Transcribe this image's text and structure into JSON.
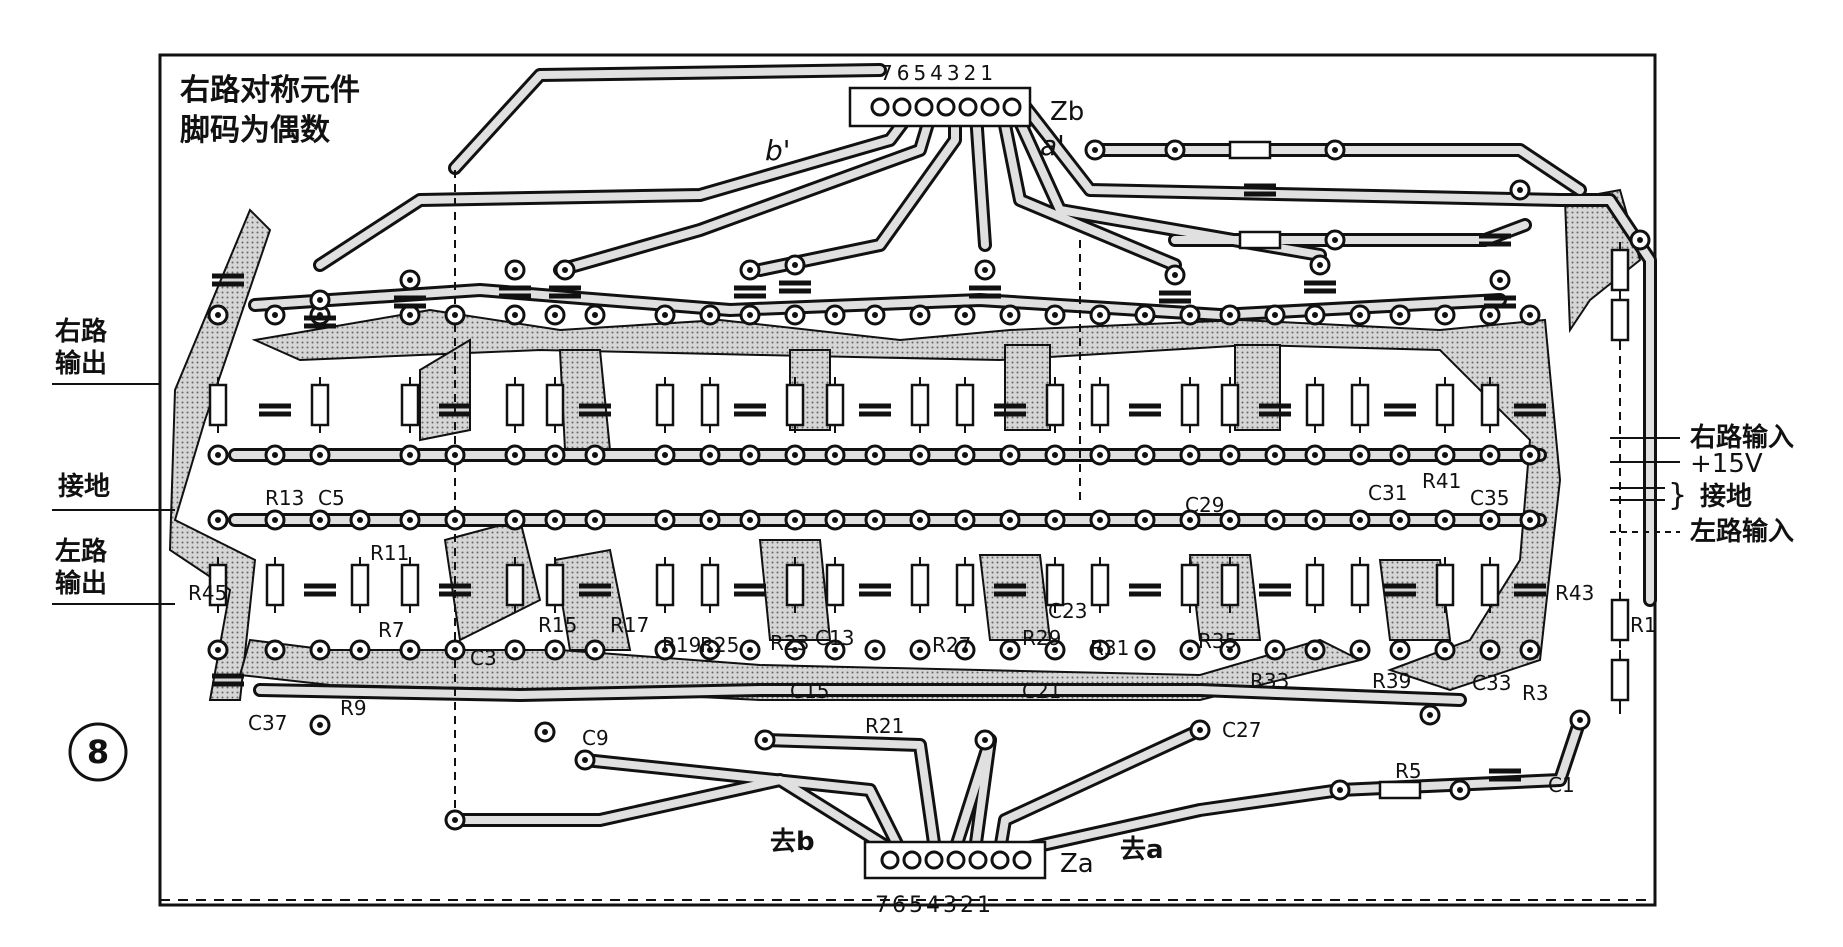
{
  "note": {
    "line1": "右路对称元件",
    "line2": "脚码为偶数"
  },
  "connectors": {
    "zb": {
      "name": "Zb",
      "pins": "7654321"
    },
    "za": {
      "name": "Za",
      "pins": "7654321"
    }
  },
  "wire_marks": {
    "b_prime": "b'",
    "a_prime": "a'",
    "to_b": "去b",
    "to_a": "去a"
  },
  "io_left": {
    "right_out_1": "右路",
    "right_out_2": "输出",
    "ground": "接地",
    "left_out_1": "左路",
    "left_out_2": "输出"
  },
  "io_right": {
    "right_in": "右路输入",
    "v15": "+15V",
    "ground": "接地",
    "left_in": "左路输入"
  },
  "figure_number": "8",
  "components": {
    "r13": "R13",
    "c5": "C5",
    "r11": "R11",
    "r7": "R7",
    "c3": "C3",
    "r45": "R45",
    "c37": "C37",
    "r9": "R9",
    "c9": "C9",
    "r15": "R15",
    "r17": "R17",
    "r19": "R19",
    "r25": "R25",
    "r23": "R23",
    "c13": "C13",
    "c15": "C15",
    "r21": "R21",
    "r27": "R27",
    "r29": "R29",
    "c23": "C23",
    "c21": "C21",
    "r31": "R31",
    "r33": "R33",
    "r35": "R35",
    "c27": "C27",
    "c29": "C29",
    "c31": "C31",
    "r41": "R41",
    "c35": "C35",
    "r43": "R43",
    "r39": "R39",
    "c33": "C33",
    "r1": "R1",
    "r3": "R3",
    "r5": "R5",
    "c1": "C1"
  },
  "colors": {
    "ink": "#111111",
    "copper": "#c9c9c9",
    "paper": "#ffffff"
  }
}
